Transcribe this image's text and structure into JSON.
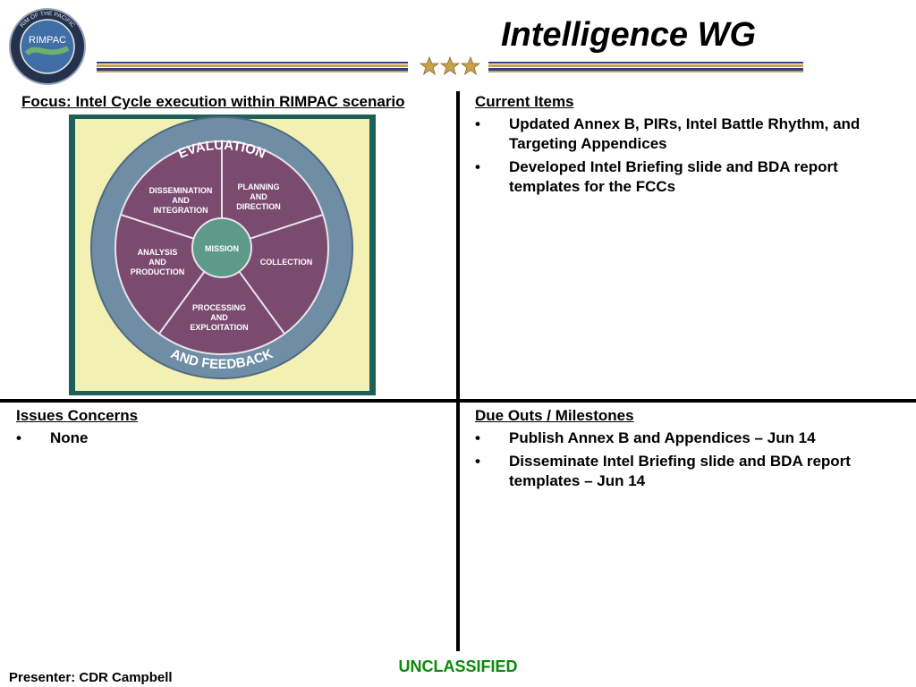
{
  "header": {
    "title": "Intelligence WG",
    "logo_text": "RIMPAC",
    "logo_ring_text": "RIM OF THE PACIFIC"
  },
  "focus": {
    "heading": "Focus: Intel Cycle execution within RIMPAC scenario",
    "cycle": {
      "outer_top": "EVALUATION",
      "outer_bottom": "AND FEEDBACK",
      "center": "MISSION",
      "segments": [
        [
          "PLANNING",
          "AND",
          "DIRECTION"
        ],
        [
          "COLLECTION"
        ],
        [
          "PROCESSING",
          "AND",
          "EXPLOITATION"
        ],
        [
          "ANALYSIS",
          "AND",
          "PRODUCTION"
        ],
        [
          "DISSEMINATION",
          "AND",
          "INTEGRATION"
        ]
      ]
    }
  },
  "current_items": {
    "heading": "Current Items",
    "bullet": "•",
    "items": [
      "Updated Annex B, PIRs, Intel Battle Rhythm, and Targeting Appendices",
      "Developed Intel Briefing slide and BDA report templates for the FCCs"
    ]
  },
  "issues": {
    "heading": "Issues Concerns",
    "bullet": "•",
    "items": [
      "None"
    ]
  },
  "due_outs": {
    "heading": "Due Outs / Milestones",
    "bullet": "•",
    "items": [
      "Publish Annex B and Appendices – Jun 14",
      "Disseminate Intel Briefing slide and BDA report templates – Jun 14"
    ]
  },
  "footer": {
    "classification": "UNCLASSIFIED",
    "presenter": "Presenter: CDR Campbell"
  },
  "colors": {
    "classification": "#0a8a0a",
    "graphic_frame": "#1f5f5a",
    "graphic_bg": "#f3f0b3",
    "ring": "#6f8ea5",
    "segment": "#7a4a6f",
    "center": "#5e9a8a",
    "ribbon_blue": "#2f3c8c",
    "ribbon_gold": "#c8a24a"
  }
}
